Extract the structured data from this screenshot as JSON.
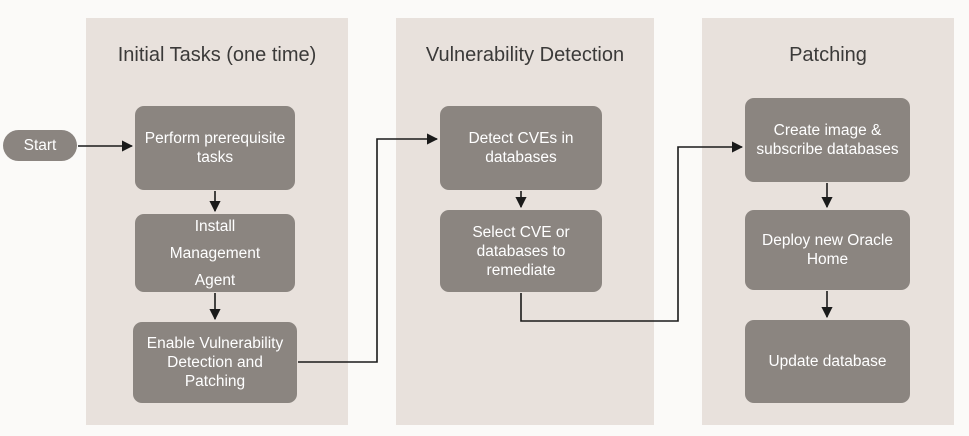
{
  "diagram": {
    "title_color": "#3b3a39",
    "lane_color": "#e8e1dc",
    "node_color": "#8b8580",
    "node_text_color": "#ffffff",
    "background_color": "#fbfaf8",
    "edge_color": "#1a1a1a"
  },
  "start": {
    "label": "Start"
  },
  "lanes": [
    {
      "title": "Initial Tasks (one time)",
      "nodes": [
        {
          "label": "Perform prerequisite tasks"
        },
        {
          "label": "Install\nManagement\nAgent"
        },
        {
          "label": "Enable Vulnerability Detection and Patching"
        }
      ]
    },
    {
      "title": "Vulnerability Detection",
      "nodes": [
        {
          "label": "Detect CVEs in databases"
        },
        {
          "label": "Select CVE or databases to remediate"
        }
      ]
    },
    {
      "title": "Patching",
      "nodes": [
        {
          "label": "Create image  &\nsubscribe databases"
        },
        {
          "label": "Deploy new Oracle Home"
        },
        {
          "label": "Update database"
        }
      ]
    }
  ]
}
